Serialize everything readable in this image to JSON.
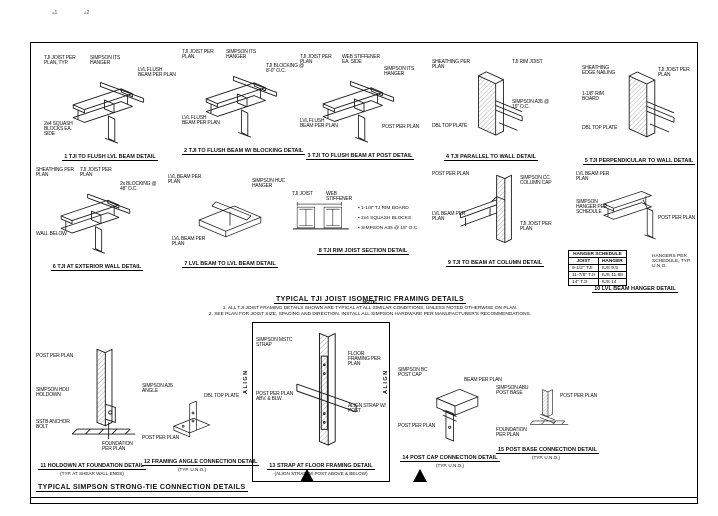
{
  "page": {
    "title_framing": "TYPICAL TJI JOIST ISOMETRIC FRAMING DETAILS",
    "title_connections": "TYPICAL SIMPSON STRONG-TIE CONNECTION DETAILS",
    "note_label": "NOTE:",
    "note_lines": [
      "1. ALL TJI JOIST FRAMING DETAILS SHOWN ARE TYPICAL AT ALL SIMILAR CONDITIONS, UNLESS NOTED OTHERWISE ON PLAN.",
      "2. SEE PLAN FOR JOIST SIZE, SPACING AND DIRECTION. INSTALL ALL SIMPSON HARDWARE PER MANUFACTURER'S RECOMMENDATIONS."
    ],
    "align_label": "ALIGN",
    "rev_marks": [
      "▵1",
      "▵2"
    ]
  },
  "schedule": {
    "title": "HANGER SCHEDULE",
    "col_joist": "JOIST",
    "col_hanger": "HANGER",
    "rows": [
      [
        "9-1/2\" TJI",
        "IUS 9.5"
      ],
      [
        "11-7/8\" TJI",
        "IUS 11.88"
      ],
      [
        "14\" TJI",
        "IUS 14"
      ]
    ],
    "note": "HANGERS PER SCHEDULE, TYP. U.N.O."
  },
  "framing_details": [
    {
      "caption": "1   TJI TO FLUSH LVL BEAM DETAIL",
      "ann": [
        "TJI JOIST PER PLAN, TYP.",
        "SIMPSON ITS HANGER",
        "LVL FLUSH BEAM PER PLAN",
        "2x4 SQUASH BLOCKS EA. SIDE"
      ]
    },
    {
      "caption": "2   TJI TO FLUSH BEAM W/ BLOCKING DETAIL",
      "ann": [
        "TJI JOIST PER PLAN",
        "SIMPSON ITS HANGER",
        "TJI BLOCKING @ 8'-0\" O.C.",
        "LVL FLUSH BEAM PER PLAN"
      ]
    },
    {
      "caption": "3   TJI TO FLUSH BEAM AT POST DETAIL",
      "ann": [
        "TJI JOIST PER PLAN",
        "WEB STIFFENER EA. SIDE",
        "SIMPSON ITS HANGER",
        "LVL FLUSH BEAM PER PLAN",
        "POST PER PLAN"
      ]
    },
    {
      "caption": "4   TJI PARALLEL TO WALL DETAIL",
      "ann": [
        "SHEATHING PER PLAN",
        "TJI RIM JOIST",
        "SIMPSON A35 @ 16\" O.C.",
        "DBL TOP PLATE"
      ]
    },
    {
      "caption": "5   TJI PERPENDICULAR TO WALL DETAIL",
      "ann": [
        "SHEATHING EDGE NAILING",
        "1-1/8\" RIM BOARD",
        "TJI JOIST PER PLAN",
        "DBL TOP PLATE"
      ]
    },
    {
      "caption": "6   TJI AT EXTERIOR WALL DETAIL",
      "ann": [
        "SHEATHING PER PLAN",
        "TJI JOIST PER PLAN",
        "2x BLOCKING @ 48\" O.C.",
        "WALL BELOW"
      ]
    },
    {
      "caption": "7   LVL BEAM TO LVL BEAM DETAIL",
      "ann": [
        "LVL BEAM PER PLAN",
        "SIMPSON HUC HANGER",
        "LVL BEAM PER PLAN"
      ]
    },
    {
      "caption": "8   TJI RIM JOIST SECTION DETAIL",
      "ann": [
        "TJI JOIST",
        "WEB STIFFENER"
      ],
      "notes": [
        "1-1/8\" TJ RIM BOARD",
        "2x4 SQUASH BLOCKS",
        "SIMPSON A35 @ 16\" O.C."
      ]
    },
    {
      "caption": "9   TJI TO BEAM AT COLUMN DETAIL",
      "ann": [
        "POST PER PLAN",
        "SIMPSON CC COLUMN CAP",
        "LVL BEAM PER PLAN",
        "TJI JOIST PER PLAN"
      ]
    },
    {
      "caption": "10  LVL BEAM HANGER DETAIL",
      "ann": [
        "LVL BEAM PER PLAN",
        "SIMPSON HANGER PER SCHEDULE",
        "POST PER PLAN"
      ]
    }
  ],
  "connection_details": [
    {
      "caption": "11  HOLDOWN AT FOUNDATION DETAIL",
      "sub": "(TYP. AT SHEAR WALL ENDS)",
      "ann": [
        "POST PER PLAN",
        "SIMPSON HDU HOLDOWN",
        "SSTB ANCHOR BOLT",
        "FOUNDATION PER PLAN"
      ]
    },
    {
      "caption": "12  FRAMING ANGLE CONNECTION DETAIL",
      "sub": "(TYP. U.N.O.)",
      "ann": [
        "SIMPSON A35 ANGLE",
        "DBL TOP PLATE",
        "POST PER PLAN"
      ]
    },
    {
      "caption": "13  STRAP AT FLOOR FRAMING DETAIL",
      "sub": "(ALIGN STRAP W/ POST ABOVE & BELOW)",
      "ann": [
        "SIMPSON MSTC STRAP",
        "FLOOR FRAMING PER PLAN",
        "POST PER PLAN ABV. & BLW.",
        "ALIGN STRAP W/ POST"
      ]
    },
    {
      "caption": "14  POST CAP CONNECTION DETAIL",
      "sub": "(TYP. U.N.O.)",
      "ann": [
        "SIMPSON BC POST CAP",
        "BEAM PER PLAN",
        "POST PER PLAN"
      ]
    },
    {
      "caption": "15  POST BASE CONNECTION DETAIL",
      "sub": "(TYP. U.N.O.)",
      "ann": [
        "SIMPSON ABU POST BASE",
        "POST PER PLAN",
        "FOUNDATION PER PLAN"
      ]
    }
  ]
}
